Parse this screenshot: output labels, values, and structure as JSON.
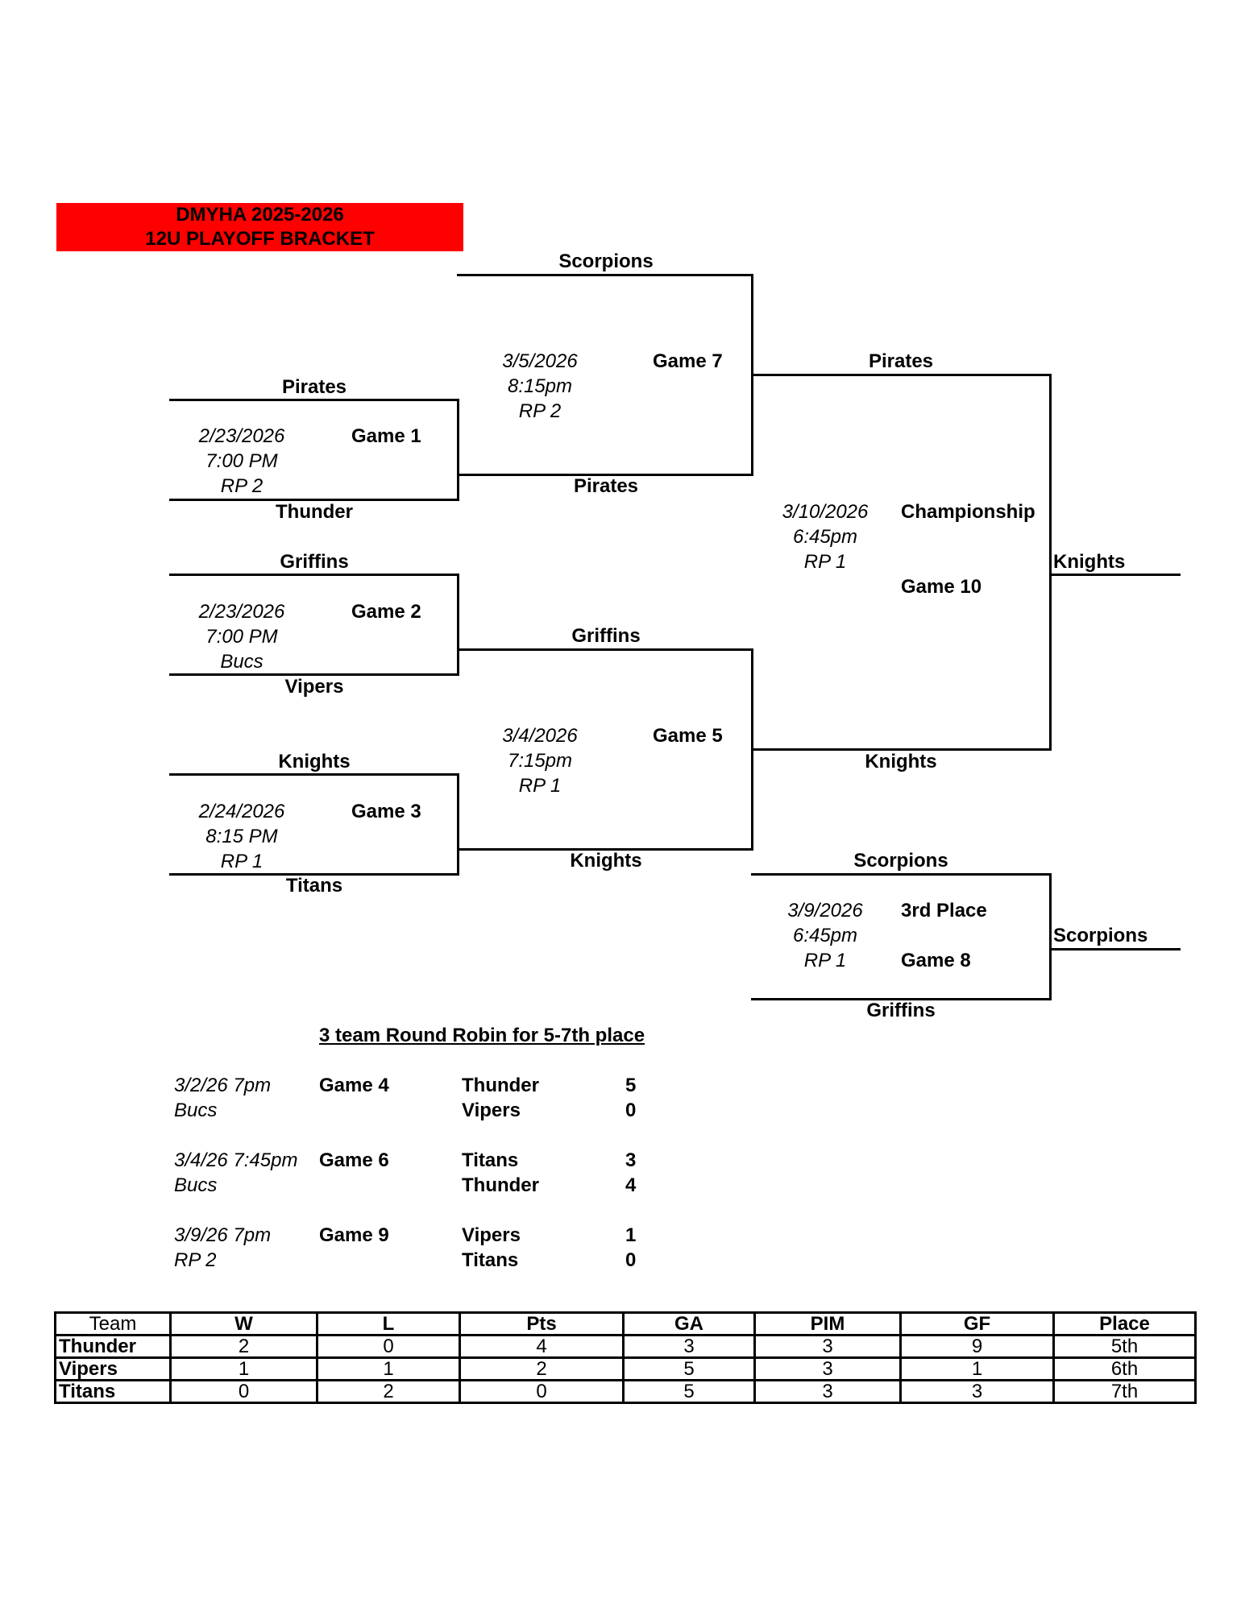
{
  "header": {
    "line1": "DMYHA 2025-2026",
    "line2": "12U PLAYOFF BRACKET"
  },
  "colors": {
    "title_bg": "#ff0000",
    "line": "#000000"
  },
  "bracket": {
    "game1": {
      "top": "Pirates",
      "bottom": "Thunder",
      "date": "2/23/2026",
      "time": "7:00 PM",
      "rink": "RP 2",
      "label": "Game 1"
    },
    "game2": {
      "top": "Griffins",
      "bottom": "Vipers",
      "date": "2/23/2026",
      "time": "7:00 PM",
      "rink": "Bucs",
      "label": "Game 2"
    },
    "game3": {
      "top": "Knights",
      "bottom": "Titans",
      "date": "2/24/2026",
      "time": "8:15 PM",
      "rink": "RP 1",
      "label": "Game 3"
    },
    "game7": {
      "top": "Scorpions",
      "bottom": "Pirates",
      "date": "3/5/2026",
      "time": "8:15pm",
      "rink": "RP 2",
      "label": "Game 7"
    },
    "game5": {
      "top": "Griffins",
      "bottom": "Knights",
      "date": "3/4/2026",
      "time": "7:15pm",
      "rink": "RP 1",
      "label": "Game 5"
    },
    "game10": {
      "top": "Pirates",
      "bottom": "Knights",
      "date": "3/10/2026",
      "time": "6:45pm",
      "rink": "RP 1",
      "label": "Championship",
      "label2": "Game 10",
      "winner": "Knights"
    },
    "game8": {
      "top": "Scorpions",
      "bottom": "Griffins",
      "date": "3/9/2026",
      "time": "6:45pm",
      "rink": "RP 1",
      "label": "3rd Place",
      "label2": "Game 8",
      "winner": "Scorpions"
    }
  },
  "round_robin": {
    "title": "3 team Round Robin for 5-7th place",
    "games": [
      {
        "datetime": "3/2/26 7pm",
        "rink": "Bucs",
        "label": "Game 4",
        "team1": "Thunder",
        "score1": "5",
        "team2": "Vipers",
        "score2": "0"
      },
      {
        "datetime": "3/4/26 7:45pm",
        "rink": "Bucs",
        "label": "Game 6",
        "team1": "Titans",
        "score1": "3",
        "team2": "Thunder",
        "score2": "4"
      },
      {
        "datetime": "3/9/26 7pm",
        "rink": "RP 2",
        "label": "Game 9",
        "team1": "Vipers",
        "score1": "1",
        "team2": "Titans",
        "score2": "0"
      }
    ]
  },
  "standings": {
    "headers": [
      "Team",
      "W",
      "L",
      "Pts",
      "GA",
      "PIM",
      "GF",
      "Place"
    ],
    "rows": [
      [
        "Thunder",
        "2",
        "0",
        "4",
        "3",
        "3",
        "9",
        "5th"
      ],
      [
        "Vipers",
        "1",
        "1",
        "2",
        "5",
        "3",
        "1",
        "6th"
      ],
      [
        "Titans",
        "0",
        "2",
        "0",
        "5",
        "3",
        "3",
        "7th"
      ]
    ]
  }
}
